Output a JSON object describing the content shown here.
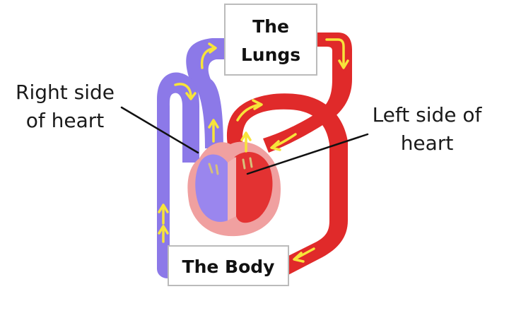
{
  "diagram": {
    "lungs_label": [
      "The",
      "Lungs"
    ],
    "body_label": "The Body",
    "right_heart_label": [
      "Right side",
      "of heart"
    ],
    "left_heart_label": [
      "Left side of",
      "heart"
    ]
  },
  "colors": {
    "deoxygenated": "#8c79e8",
    "oxygenated": "#e02a2a",
    "heart_outer": "#f0a0a0",
    "heart_right_chamber": "#9a86ee",
    "heart_left_chamber": "#e33232",
    "arrow": "#f7e43a",
    "box_border": "#bbbbbb",
    "leader_line": "#111111"
  }
}
